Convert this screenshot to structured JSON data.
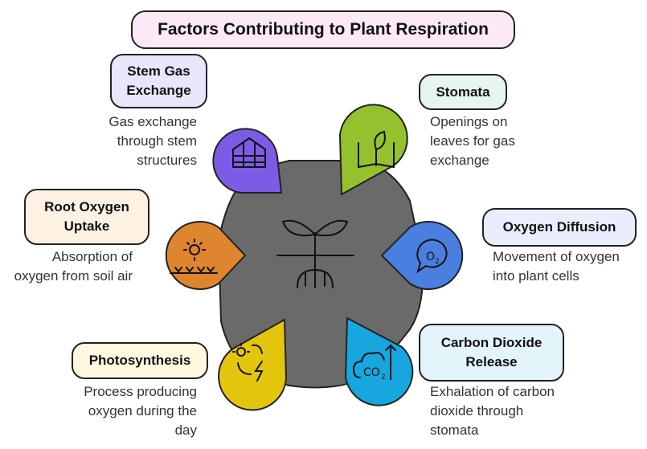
{
  "title": "Factors Contributing to Plant Respiration",
  "factors": [
    {
      "label": "Stem Gas Exchange",
      "description": "Gas exchange through stem structures",
      "color": "#7c5ce6",
      "box_color": "#e9e6fb",
      "icon": "greenhouse-icon"
    },
    {
      "label": "Stomata",
      "description": "Openings on leaves for gas exchange",
      "color": "#96c12f",
      "box_color": "#e6f6ee",
      "icon": "leaf-book-icon"
    },
    {
      "label": "Root Oxygen Uptake",
      "description": "Absorption of oxygen from soil air",
      "color": "#df8530",
      "box_color": "#fdf1e4",
      "icon": "sun-soil-icon"
    },
    {
      "label": "Oxygen Diffusion",
      "description": "Movement of oxygen into plant cells",
      "color": "#4a7fe0",
      "box_color": "#e8eefb",
      "icon": "o2-bubble-icon"
    },
    {
      "label": "Photosynthesis",
      "description": "Process producing oxygen during the day",
      "color": "#e3c50d",
      "box_color": "#fdf8df",
      "icon": "sun-energy-cycle-icon"
    },
    {
      "label": "Carbon Dioxide Release",
      "description": "Exhalation of carbon dioxide through stomata",
      "color": "#17a6de",
      "box_color": "#e3f4fb",
      "icon": "co2-cloud-up-icon"
    }
  ],
  "center": {
    "color": "#6a6a6a",
    "icon": "sprout-roots-icon"
  }
}
